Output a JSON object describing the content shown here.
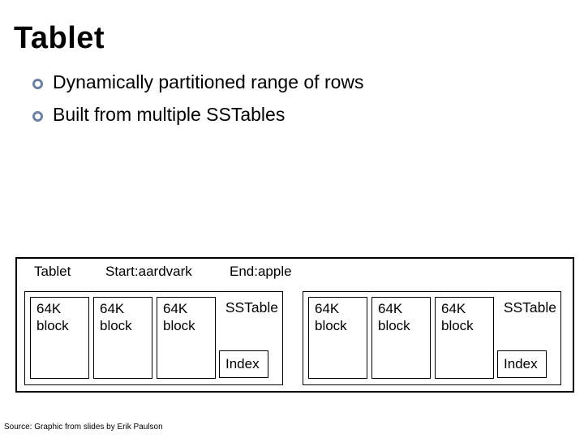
{
  "slide": {
    "title": "Tablet",
    "bullets": [
      "Dynamically partitioned range of rows",
      "Built from multiple SSTables"
    ],
    "bullet_icon": "hollow-circle",
    "bullet_color": "#6c80a0",
    "source_note": "Source: Graphic from slides by Erik Paulson"
  },
  "diagram": {
    "tablet_label": "Tablet",
    "start_label": "Start:aardvark",
    "end_label": "End:apple",
    "groups": [
      {
        "sstable_label": "SSTable",
        "index_label": "Index",
        "blocks": [
          "64K block",
          "64K block",
          "64K block"
        ]
      },
      {
        "sstable_label": "SSTable",
        "index_label": "Index",
        "blocks": [
          "64K block",
          "64K block",
          "64K block"
        ]
      }
    ]
  }
}
